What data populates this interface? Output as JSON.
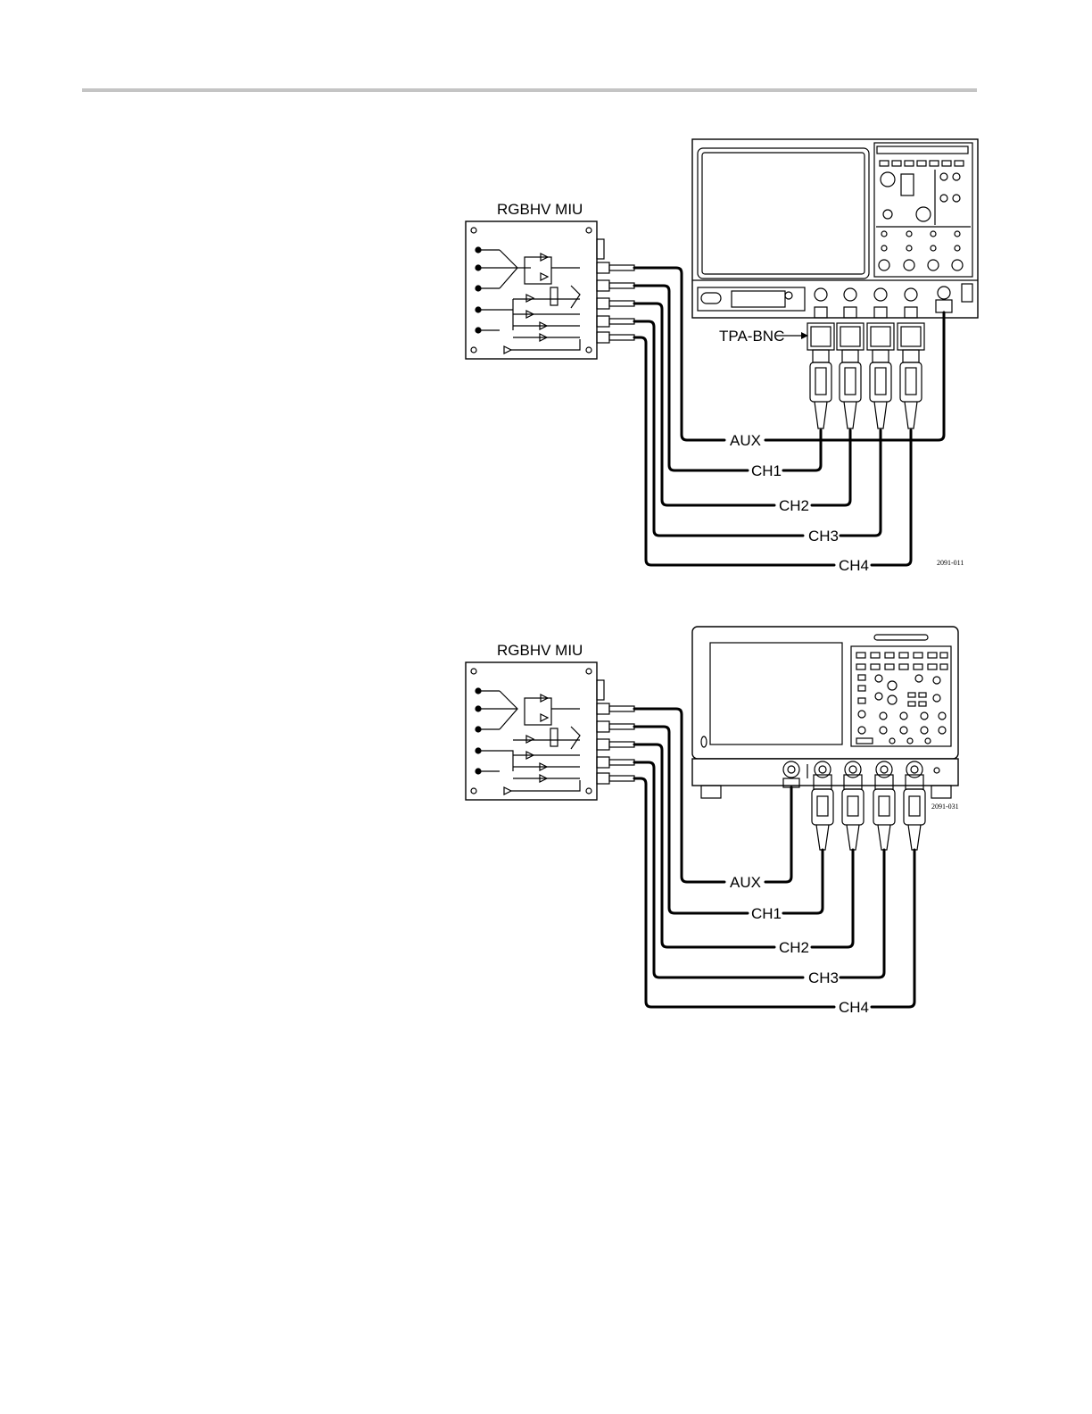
{
  "page": {
    "header_rule": true
  },
  "figures": [
    {
      "device_label": "RGBHV MIU",
      "adapter_label": "TPA-BNC",
      "channel_labels": [
        "AUX",
        "CH1",
        "CH2",
        "CH3",
        "CH4"
      ],
      "figure_code": "2091-011"
    },
    {
      "device_label": "RGBHV MIU",
      "channel_labels": [
        "AUX",
        "CH1",
        "CH2",
        "CH3",
        "CH4"
      ],
      "figure_code": "2091-031"
    }
  ]
}
